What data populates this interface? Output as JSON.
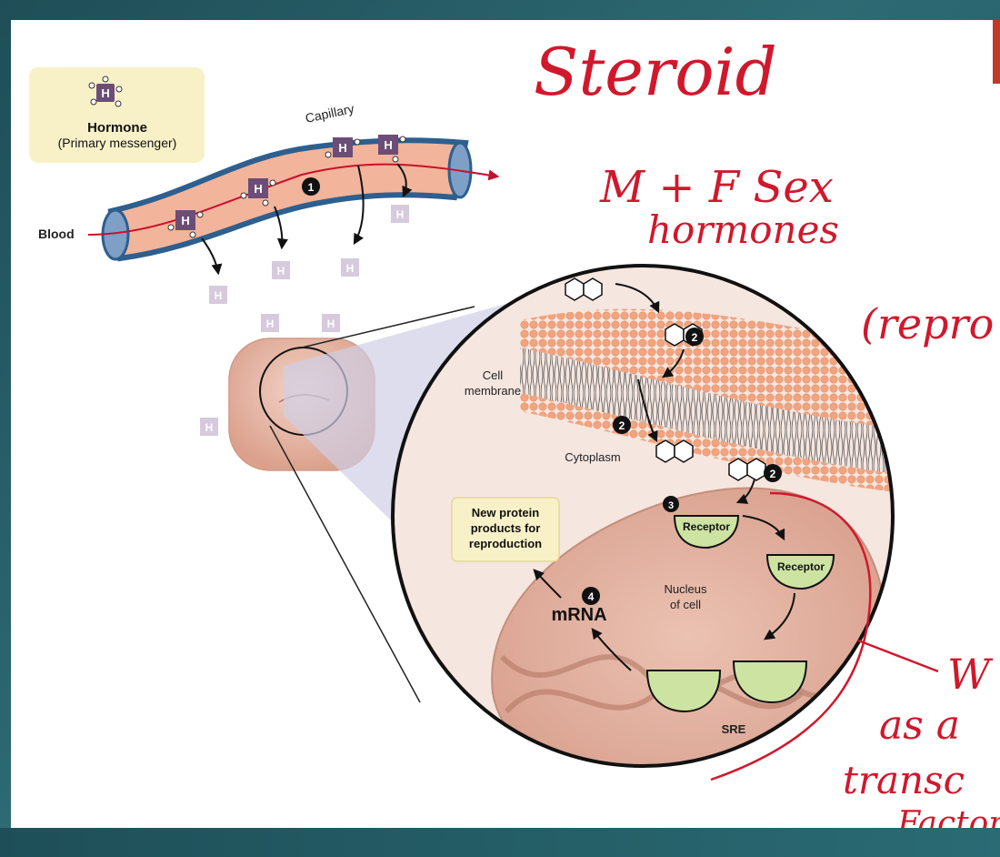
{
  "legend": {
    "hormone_title": "Hormone",
    "hormone_subtitle": "(Primary messenger)",
    "hormone_letter": "H"
  },
  "labels": {
    "capillary": "Capillary",
    "blood": "Blood",
    "cell_membrane_1": "Cell",
    "cell_membrane_2": "membrane",
    "cytoplasm": "Cytoplasm",
    "nucleus_1": "Nucleus",
    "nucleus_2": "of cell",
    "receptor": "Receptor",
    "sre": "SRE",
    "mrna": "mRNA",
    "new_protein_1": "New protein",
    "new_protein_2": "products for",
    "new_protein_3": "reproduction"
  },
  "steps": {
    "one": "1",
    "two": "2",
    "three": "3",
    "four": "4"
  },
  "handwriting": {
    "steroid": "Steroid",
    "mf_sex": "M + F Sex",
    "hormones": "hormones",
    "repro": "(repro",
    "w": "W",
    "as_a": "as a",
    "transc": "transc",
    "factor": "Factor"
  },
  "colors": {
    "capillary_fill": "#f2b49a",
    "capillary_edge": "#2d5f8f",
    "cell_fill": "#e7b7a4",
    "receptor_green": "#cde3a2",
    "label_box": "#f8f1c8",
    "ink_red": "#d0182c",
    "hormone_purple": "#6c4d78"
  }
}
